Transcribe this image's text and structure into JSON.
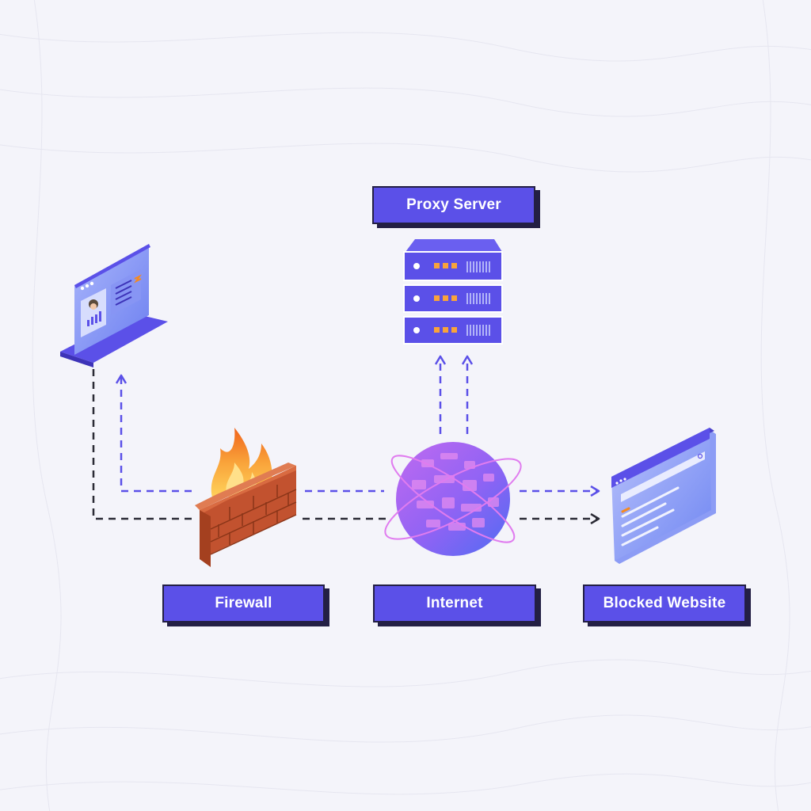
{
  "labels": {
    "proxy_server": "Proxy Server",
    "firewall": "Firewall",
    "internet": "Internet",
    "blocked_website": "Blocked Website"
  },
  "colors": {
    "background": "#f4f4fa",
    "accent": "#5b50e8",
    "label_shadow": "#231f44",
    "dark_arrow": "#2a2a35",
    "purple_arrow": "#5b50e8",
    "brick": "#c2522f",
    "flame": "#f58a1f"
  },
  "icons": [
    "laptop-icon",
    "server-rack-icon",
    "firewall-brick-wall-icon",
    "globe-icon",
    "browser-window-icon"
  ]
}
